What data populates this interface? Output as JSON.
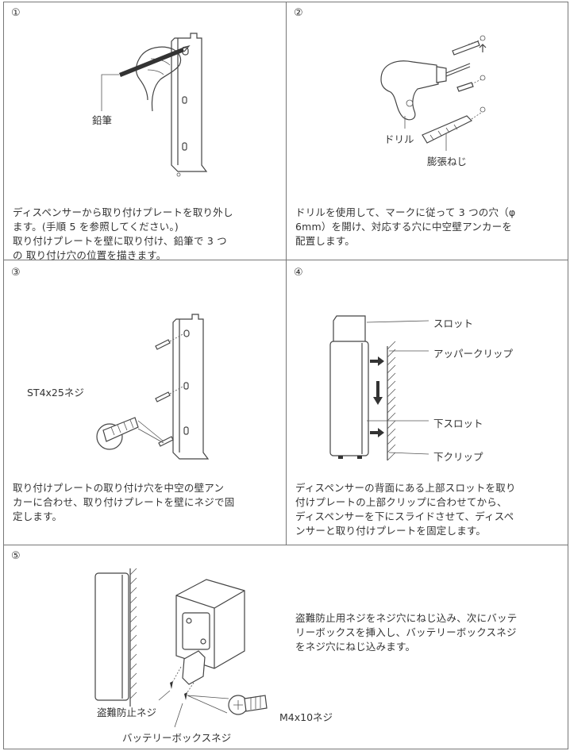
{
  "steps": [
    {
      "number": "①",
      "labels": {
        "pencil": "鉛筆"
      },
      "description": "ディスペンサーから取り付けプレートを取り外し\nます。(手順 5 を参照してください。)\n取り付けプレートを壁に取り付け、鉛筆で 3 つ\nの 取り付け穴の位置を描きます。"
    },
    {
      "number": "②",
      "labels": {
        "drill": "ドリル",
        "anchor": "膨張ねじ"
      },
      "description": "ドリルを使用して、マークに従って 3 つの穴（φ\n6mm）を開け、対応する穴に中空壁アンカーを\n配置します。"
    },
    {
      "number": "③",
      "labels": {
        "screw": "ST4x25ネジ"
      },
      "description": "取り付けプレートの取り付け穴を中空の壁アン\nカーに合わせ、取り付けプレートを壁にネジで固\n定します。"
    },
    {
      "number": "④",
      "labels": {
        "slot": "スロット",
        "upper_clip": "アッパークリップ",
        "lower_slot": "下スロット",
        "lower_clip": "下クリップ"
      },
      "description": "ディスペンサーの背面にある上部スロットを取り\n付けプレートの上部クリップに合わせてから、\nディスペンサーを下にスライドさせて、ディスペ\nンサーと取り付けプレートを固定します。"
    },
    {
      "number": "⑤",
      "labels": {
        "antitheft_screw": "盗難防止ネジ",
        "m4_screw": "M4x10ネジ",
        "battery_box_screw": "バッテリーボックスネジ"
      },
      "description": "盗難防止用ネジをネジ穴にねじ込み、次にバッテ\nリーボックスを挿入し、バッテリーボックスネジ\nをネジ穴にねじ込みます。"
    }
  ]
}
